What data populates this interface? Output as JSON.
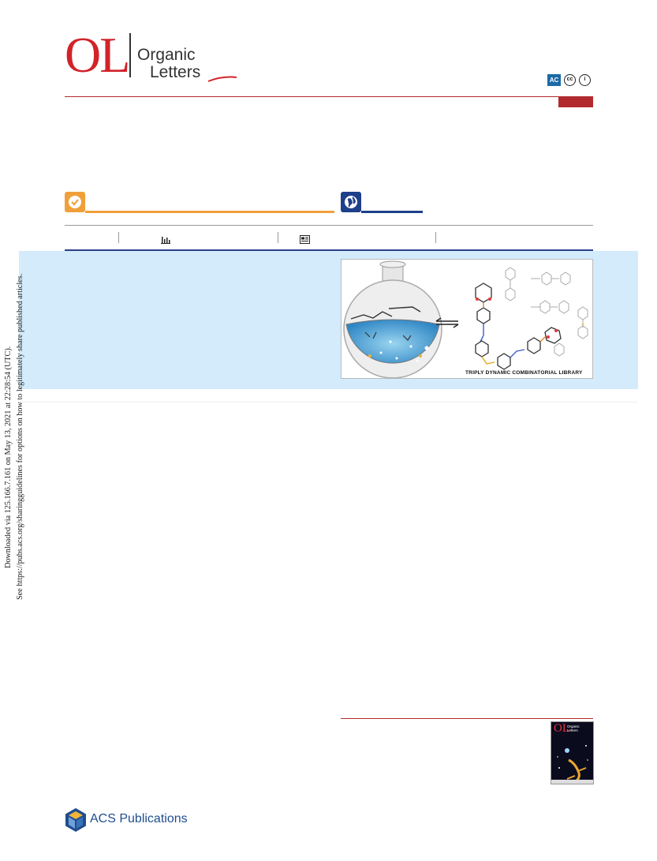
{
  "journal": {
    "abbrev": "OL",
    "name_line1": "Organic",
    "name_line2": "Letters"
  },
  "license_icons": [
    "acs-authorchoice-icon",
    "cc-icon",
    "cc-by-icon"
  ],
  "license_label": "AC",
  "license_cc": "cc",
  "license_by": "i",
  "access_icons": [
    "check-icon",
    "globe-icon"
  ],
  "metrics_icons": [
    "bar-chart-icon",
    "article-recommendations-icon"
  ],
  "download_notice": {
    "line1": "Downloaded via 125.166.7.161 on May 13, 2021 at 22:28:54 (UTC).",
    "line2": "See https://pubs.acs.org/sharingguidelines for options on how to legitimately share published articles."
  },
  "toc_graphic": {
    "caption": "TRIPLY DYNAMIC COMBINATORIAL LIBRARY"
  },
  "cover": {
    "abbrev": "OL",
    "title_line1": "Organic",
    "title_line2": "Letters"
  },
  "publisher": {
    "name": "ACS Publications"
  },
  "colors": {
    "brand_red": "#d2232a",
    "rule_red": "#b22a2e",
    "access_orange": "#f0a03a",
    "access_blue": "#1e3f8a",
    "abstract_bg": "#d3ebfa",
    "acs_blue": "#1f4d8f"
  }
}
